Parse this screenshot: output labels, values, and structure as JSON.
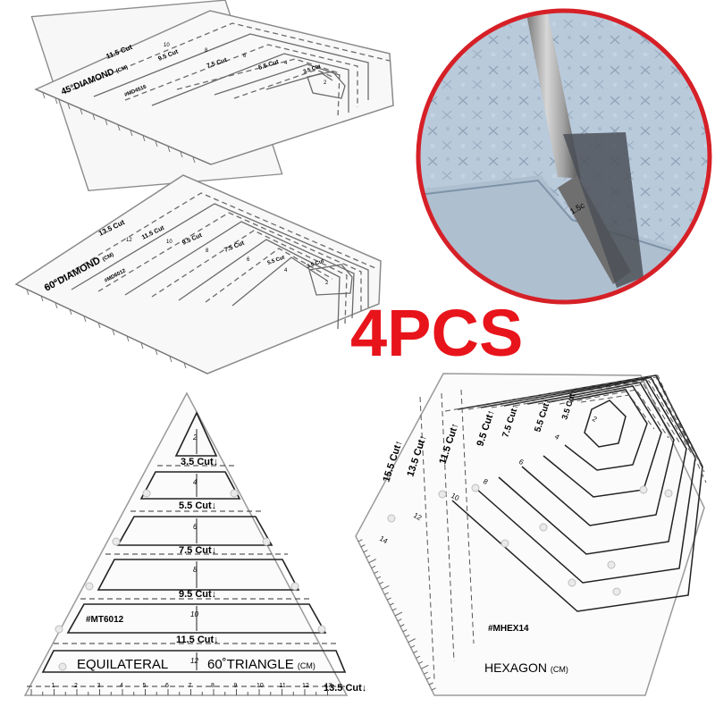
{
  "headline": "4PCS",
  "colors": {
    "headline": "#e8141b",
    "circle_border": "#d62027",
    "ruler_line": "#7a7a7a",
    "fabric": "#b7c8d8"
  },
  "diamond45": {
    "name_line": "45°DIAMOND",
    "unit": "(CM)",
    "code": "#MD4516",
    "cut_labels": [
      "11.5 Cut",
      "9.5 Cut",
      "7.5 Cut",
      "5.5 Cut",
      "3.5 Cut"
    ],
    "size_labels": [
      "10",
      "8",
      "6",
      "4",
      "2"
    ]
  },
  "diamond60": {
    "name_line": "60°DIAMOND",
    "unit": "(CM)",
    "code": "#MD6012",
    "cut_labels": [
      "13.5 Cut",
      "11.5 Cut",
      "9.5 Cut",
      "7.5 Cut",
      "5.5 Cut",
      "3.5 Cut"
    ],
    "size_labels": [
      "12",
      "10",
      "8",
      "6",
      "4",
      "2"
    ]
  },
  "triangle": {
    "code": "#MT6012",
    "word1": "EQUILATERAL",
    "word2": "60˚TRIANGLE",
    "unit": "(CM)",
    "cuts": [
      "3.5 Cut↓",
      "5.5 Cut↓",
      "7.5 Cut↓",
      "9.5 Cut↓",
      "11.5 Cut↓",
      "13.5 Cut↓"
    ],
    "sizes": [
      "2",
      "4",
      "6",
      "8",
      "10",
      "12"
    ],
    "ruler_numbers": [
      "1",
      "2",
      "3",
      "4",
      "5",
      "6",
      "7",
      "8",
      "9",
      "10",
      "11",
      "12",
      "13"
    ]
  },
  "hexagon": {
    "code": "#MHEX14",
    "name": "HEXAGON",
    "unit": "(CM)",
    "cuts": [
      "15.5 Cut↑",
      "13.5 Cut↑",
      "11.5 Cut↑",
      "9.5 Cut↑",
      "7.5 Cut↑",
      "5.5 Cut↑",
      "3.5 Cut↑"
    ],
    "sizes": [
      "14",
      "12",
      "10",
      "8",
      "6",
      "4",
      "2"
    ]
  },
  "photo": {
    "blade_mark": "1.5c"
  }
}
